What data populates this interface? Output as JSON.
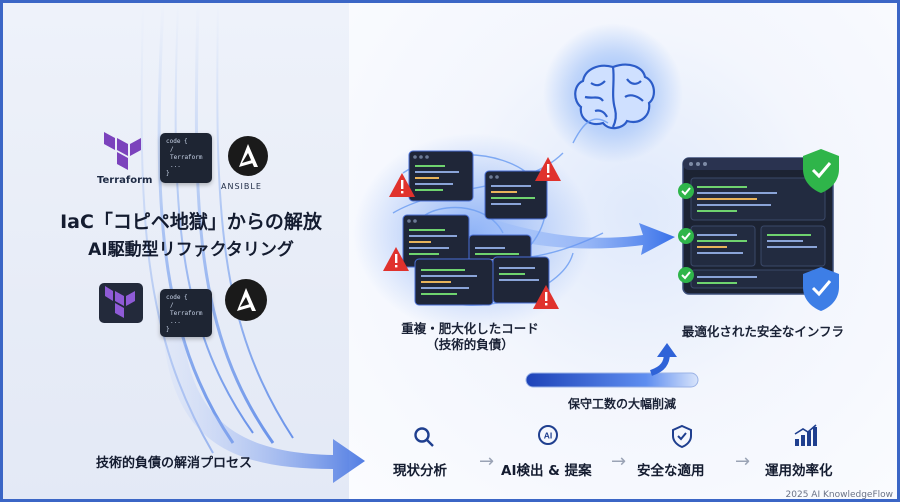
{
  "title": {
    "line1": "IaC「コピペ地獄」からの解放",
    "line2": "AI駆動型リファクタリング"
  },
  "logos": {
    "terraform": "Terraform",
    "ansible": "ANSIBLE",
    "code_tile": {
      "line1": "code {",
      "line2": "/ Terraform",
      "line3": "...",
      "line4": "}"
    }
  },
  "process_label": "技術的負債の解消プロセス",
  "before_caption": {
    "line1": "重複・肥大化したコード",
    "line2": "（技術的負債）"
  },
  "after_caption": "最適化された安全なインフラ",
  "reduction_caption": "保守工数の大幅削減",
  "steps": [
    {
      "label": "現状分析",
      "icon": "magnifier-icon"
    },
    {
      "label": "AI検出 & 提案",
      "icon": "ai-icon"
    },
    {
      "label": "安全な適用",
      "icon": "shield-icon"
    },
    {
      "label": "運用効率化",
      "icon": "bar-chart-icon"
    }
  ],
  "step_separator": "→",
  "footer": "2025 AI KnowledgeFlow",
  "colors": {
    "accent": "#3b66c6",
    "terraform_purple": "#7b42bc",
    "warning_red": "#e0322d",
    "check_green": "#2fb54a",
    "shield_green": "#2fb54a",
    "shield_blue": "#3d7ee6"
  }
}
